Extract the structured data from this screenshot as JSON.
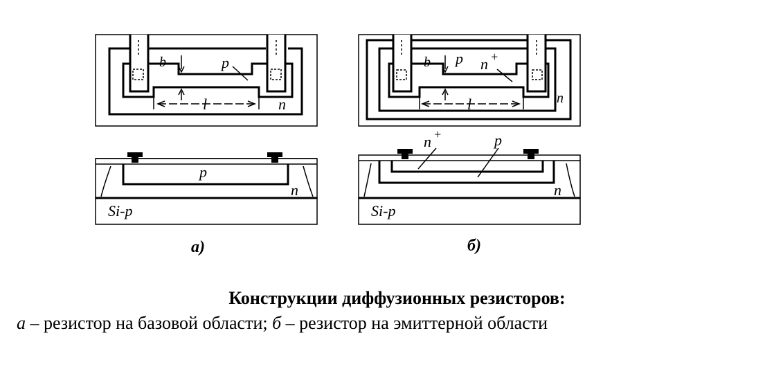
{
  "diagram": {
    "panel_a": {
      "top_labels": {
        "p": "p",
        "n": "n",
        "l": "l",
        "b": "b"
      },
      "cross_labels": {
        "p": "p",
        "n": "n",
        "substrate": "Si-p"
      },
      "caption": "а)"
    },
    "panel_b": {
      "top_labels": {
        "p": "p",
        "n_plus": "n",
        "n_plus_sup": "+",
        "n": "n",
        "l": "l",
        "b": "b"
      },
      "cross_labels": {
        "n_plus": "n",
        "n_plus_sup": "+",
        "p": "p",
        "n": "n",
        "substrate": "Si-p"
      },
      "caption": "б)"
    }
  },
  "caption": {
    "title": "Конструкции диффузионных резисторов:",
    "a_letter": "а",
    "a_text": " – резистор на базовой области; ",
    "b_letter": "б",
    "b_text": " – резистор на эмиттерной области"
  }
}
